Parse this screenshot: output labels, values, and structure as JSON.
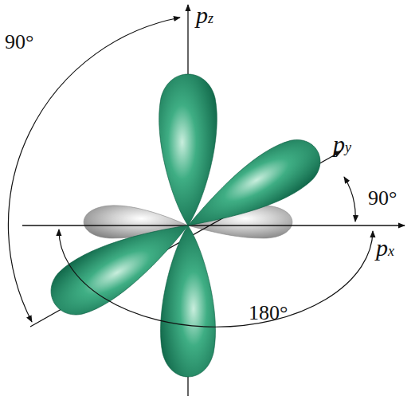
{
  "diagram": {
    "labels": [
      "pz",
      "py",
      "px",
      "90°",
      "90°",
      "180°"
    ]
  }
}
